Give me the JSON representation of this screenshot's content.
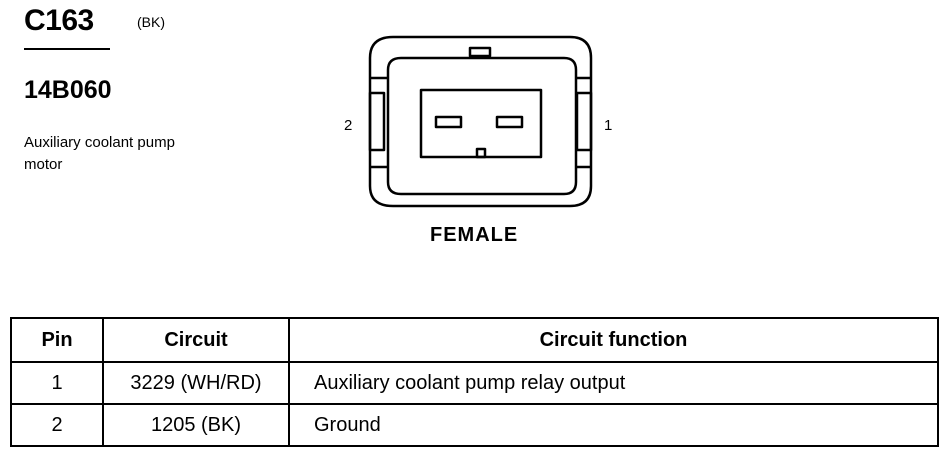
{
  "connector": {
    "id": "C163",
    "color": "(BK)",
    "part_number": "14B060",
    "description": "Auxiliary coolant pump motor",
    "gender": "FEMALE",
    "pin_left": "2",
    "pin_right": "1"
  },
  "table": {
    "headers": [
      "Pin",
      "Circuit",
      "Circuit function"
    ],
    "rows": [
      {
        "pin": "1",
        "circuit": "3229 (WH/RD)",
        "function": "Auxiliary coolant pump relay output"
      },
      {
        "pin": "2",
        "circuit": "1205 (BK)",
        "function": "Ground"
      }
    ]
  }
}
